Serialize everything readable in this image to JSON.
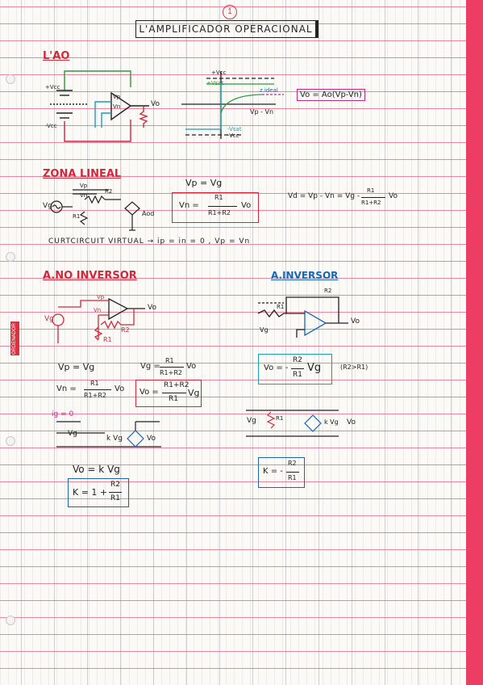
{
  "page_number": "1",
  "title": "L'AMPLIFICADOR OPERACIONAL",
  "brand_tag": "ORDENADOR",
  "sections": {
    "ao": {
      "heading": "L'AO",
      "circuit_labels": {
        "plus_vcc": "+Vcc",
        "minus_vcc": "-Vcc",
        "vp": "Vp",
        "vn": "Vn",
        "vo": "Vo"
      },
      "graph_labels": {
        "plus_vcc": "+Vcc",
        "plus_vsat": "+Vsat",
        "ao_ideal": "z.ideal",
        "minus_vsat": "-Vsat",
        "minus_vcc": "-Vcc",
        "x_axis": "Vp - Vn"
      },
      "formula": "Vo = Ao(Vp-Vn)"
    },
    "zona_lineal": {
      "heading": "ZONA LINEAL",
      "labels": {
        "vp": "Vp",
        "vn": "Vn",
        "vg": "Vg",
        "r1": "R1",
        "r2": "R2",
        "aovd": "Aod"
      },
      "eq_vp": "Vp = Vg",
      "eq_vn_lhs": "Vn =",
      "eq_vn_num": "R1",
      "eq_vn_den": "R1+R2",
      "eq_vn_rhs": "Vo",
      "eq_vd": "Vd = Vp - Vn = Vg -",
      "eq_vd_num": "R1",
      "eq_vd_den": "R1+R2",
      "eq_vd_rhs": "Vo",
      "curtcircuit": "CURTCIRCUIT VIRTUAL  →  ip = in = 0    ,  Vp = Vn"
    },
    "no_inversor": {
      "heading": "A.NO INVERSOR",
      "labels": {
        "vg": "Vg",
        "vo": "Vo",
        "r1": "R1",
        "r2": "R2",
        "vp": "Vp",
        "vn": "Vn"
      },
      "eq1": "Vp = Vg",
      "eq2_lhs": "Vn =",
      "eq2_num": "R1",
      "eq2_den": "R1+R2",
      "eq2_rhs": "Vo",
      "eq3_lhs": "Vg =",
      "eq3_num": "R1",
      "eq3_den": "R1+R2",
      "eq3_rhs": "Vo",
      "boxed_lhs": "Vo =",
      "boxed_num": "R1+R2",
      "boxed_den": "R1",
      "boxed_rhs": "Vg",
      "ig_label": "ig = 0",
      "model_vg": "Vg",
      "model_kvg": "k Vg",
      "model_vo": "Vo",
      "vo_eq": "Vo = k Vg",
      "k_lhs": "K = 1 +",
      "k_num": "R2",
      "k_den": "R1"
    },
    "inversor": {
      "heading": "A.INVERSOR",
      "labels": {
        "r1": "R1",
        "r2": "R2",
        "vg": "Vg",
        "vo": "Vo"
      },
      "boxed_lhs": "Vo = -",
      "boxed_num": "R2",
      "boxed_den": "R1",
      "boxed_rhs": "Vg",
      "note": "(R2>R1)",
      "model_vg": "Vg",
      "model_r1": "R1",
      "model_kvg": "k Vg",
      "model_vo": "Vo",
      "k_lhs": "K = -",
      "k_num": "R2",
      "k_den": "R1"
    }
  },
  "colors": {
    "margin": "#ee3d63",
    "red_ink": "#d2283c",
    "blue_ink": "#1a66b0",
    "green_ink": "#2f9a3a",
    "magenta_ink": "#c02b8a",
    "cyan_ink": "#1aa0b0"
  }
}
